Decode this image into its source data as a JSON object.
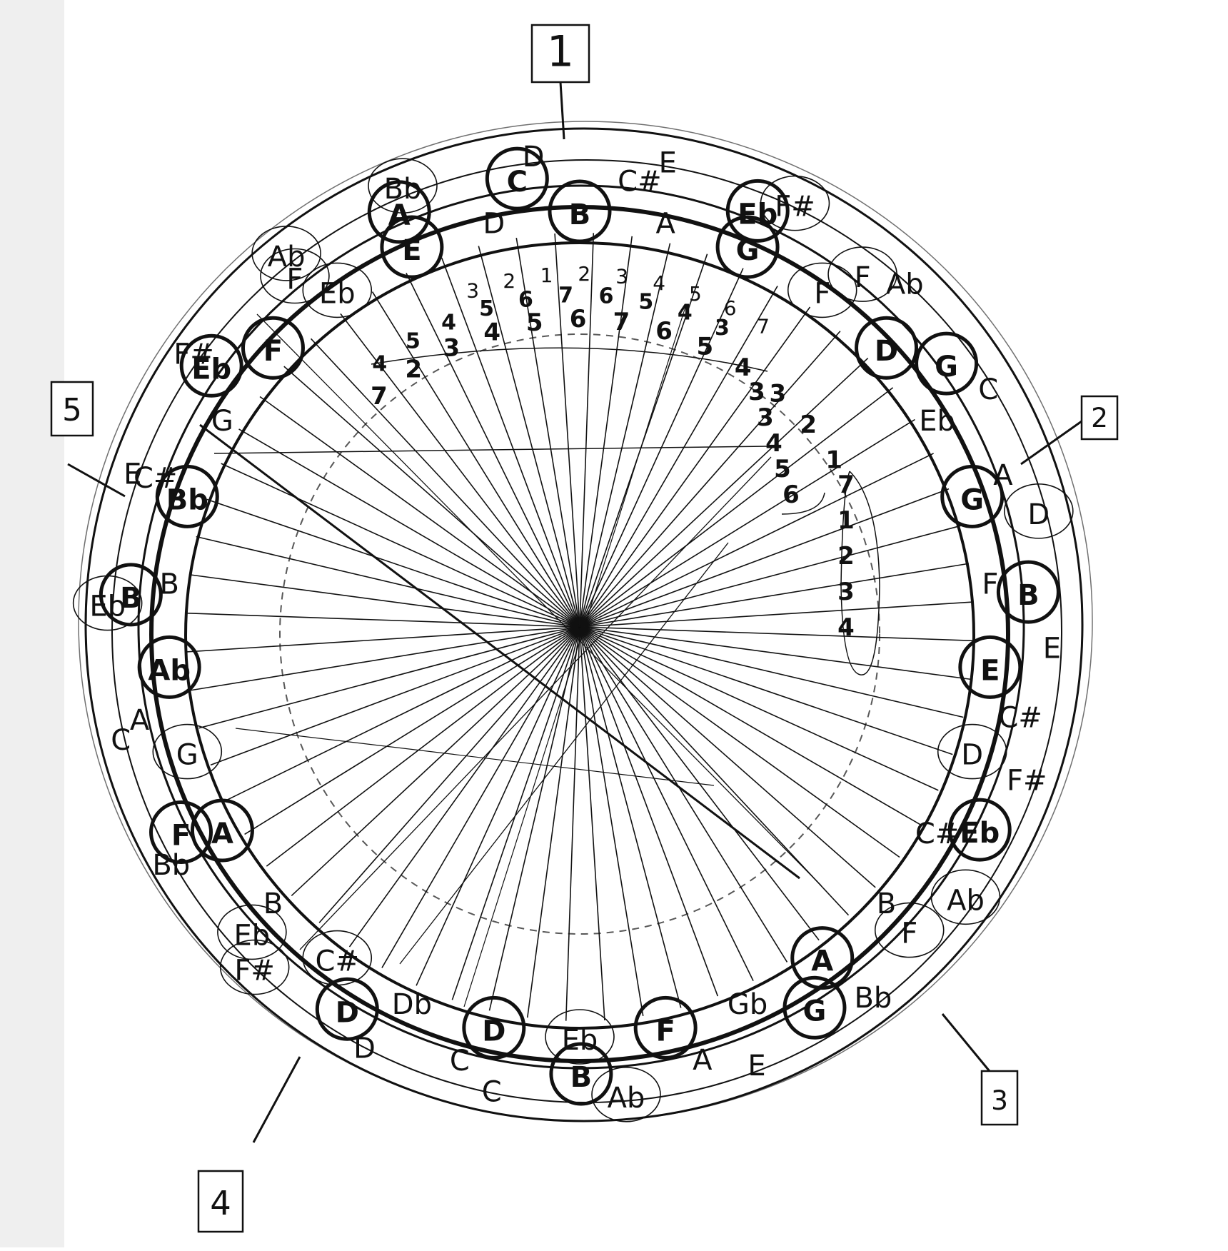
{
  "palette": {
    "ink": "#111111",
    "paper": "#ffffff",
    "faint": "#555555"
  },
  "box_labels": [
    "1",
    "2",
    "3",
    "4",
    "5"
  ],
  "outer_ring_notes": [
    "Bb",
    "D",
    "E",
    "F#",
    "Ab",
    "C",
    "D",
    "E",
    "F#",
    "Ab",
    "Bb",
    "E",
    "Ab",
    "C",
    "D",
    "F#",
    "Bb",
    "C",
    "Eb",
    "E",
    "F#",
    "Ab"
  ],
  "middle_ring_notes": [
    "C",
    "C#",
    "Eb",
    "F",
    "G",
    "A",
    "B",
    "C#",
    "Eb",
    "F",
    "G",
    "A",
    "B",
    "C",
    "D",
    "Eb",
    "F",
    "A",
    "B",
    "C#",
    "Eb",
    "F",
    "A"
  ],
  "inner_ring_notes": [
    "B",
    "A",
    "G",
    "F",
    "D",
    "Eb",
    "G",
    "F",
    "E",
    "D",
    "C#",
    "B",
    "A",
    "Gb",
    "F",
    "Eb",
    "D",
    "Db",
    "C#",
    "B",
    "A",
    "G",
    "Ab",
    "B",
    "Bb",
    "G",
    "F",
    "Eb",
    "E",
    "D"
  ],
  "emphasized_notes": [
    "C",
    "F",
    "Bb",
    "Eb",
    "Ab",
    "Db",
    "Gb",
    "B",
    "E",
    "A",
    "D",
    "G"
  ],
  "inner_numbers": {
    "arc_row_1": [
      "3",
      "2",
      "1",
      "2",
      "3",
      "4",
      "5",
      "6",
      "7"
    ],
    "arc_row_2": [
      "4",
      "5",
      "4",
      "5",
      "6",
      "7",
      "6",
      "5",
      "4",
      "3"
    ],
    "arc_row_3": [
      "7",
      "2",
      "3",
      "4",
      "5",
      "6",
      "7",
      "6",
      "5",
      "4",
      "3",
      "2",
      "1"
    ],
    "right_column": [
      "3",
      "3",
      "4",
      "5",
      "6",
      "7",
      "1",
      "2",
      "3",
      "4"
    ]
  }
}
